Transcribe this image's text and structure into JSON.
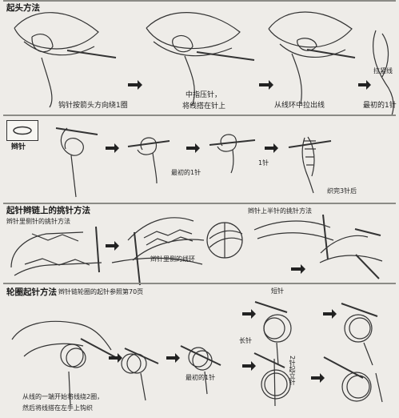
{
  "sections": [
    {
      "title": "起头方法",
      "steps": [
        "钩针按箭头方向绕1圈",
        "中指压针，",
        "将线搭在针上",
        "从线环中拉出线",
        "最初的1针"
      ],
      "side_label": "拉紧线"
    },
    {
      "title": "辫针",
      "labels": [
        "最初的1针",
        "1针",
        "织完3针后"
      ]
    },
    {
      "title": "起针辫链上的挑针方法",
      "labels": [
        "辫针里侧针的挑针方法",
        "辫针里侧的线环",
        "辫针上半针的挑针方法"
      ]
    },
    {
      "title": "轮圈起针方法",
      "subtitle": "辫针链轮圈的起针参照第70页",
      "labels": [
        "短针",
        "长针",
        "最初的1针",
        "2针起立针"
      ],
      "caption_lines": [
        "从线的一端开始将线绕2圈，",
        "然后将线搭在左手上钩织"
      ]
    }
  ],
  "colors": {
    "background": "#eeece8",
    "line": "#333333",
    "divider": "#8b8b86"
  },
  "icons": [
    "hand-icon",
    "hook-icon",
    "arrow-icon",
    "chain-icon",
    "loop-icon"
  ]
}
